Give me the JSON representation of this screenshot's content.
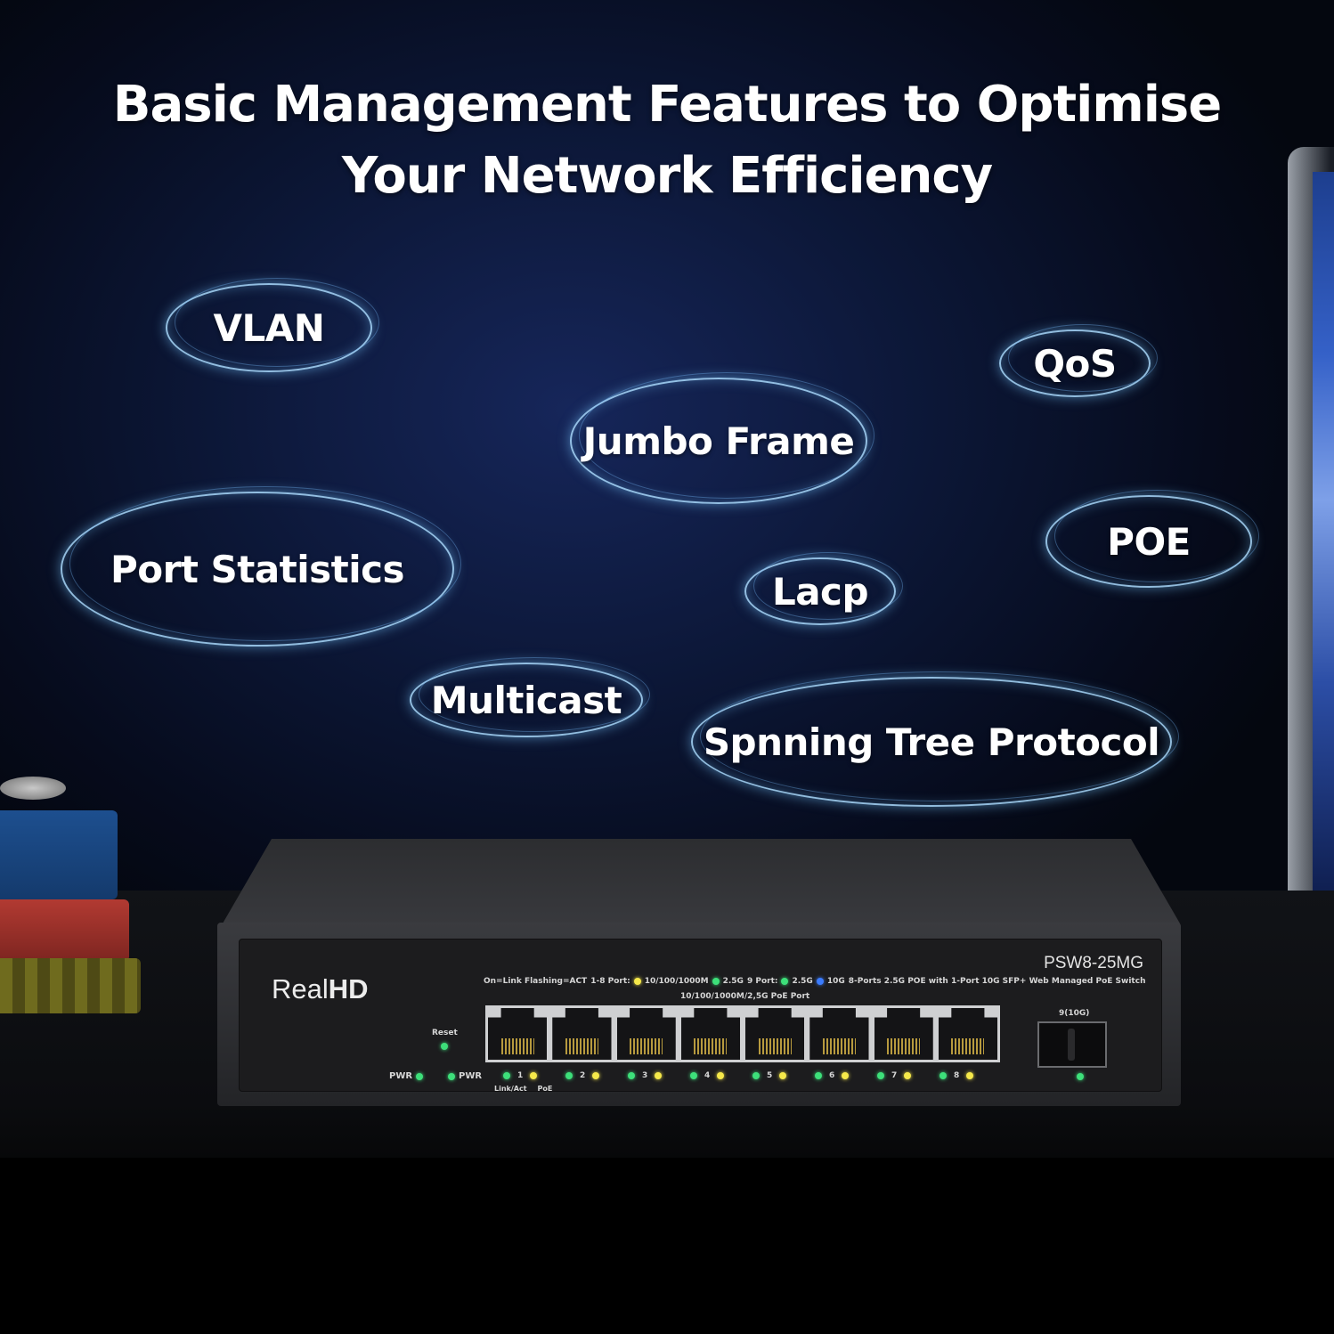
{
  "title_lines": [
    "Basic Management Features to Optimise",
    "Your Network Efficiency"
  ],
  "features": {
    "vlan": "VLAN",
    "qos": "QoS",
    "jumbo_frame": "Jumbo Frame",
    "port_statistics": "Port Statistics",
    "poe": "POE",
    "lacp": "Lacp",
    "multicast": "Multicast",
    "spanning_tree": "Spnning Tree Protocol"
  },
  "device": {
    "brand_real": "Real",
    "brand_hd": "HD",
    "model": "PSW8-25MG",
    "legend": {
      "link": "On=Link Flashing=ACT",
      "ports_1_8": "1-8 Port:",
      "speed_1": "10/100/1000M",
      "speed_2": "2.5G",
      "port_9": "9 Port:",
      "speed_3": "2.5G",
      "speed_4": "10G",
      "description": "8-Ports 2.5G POE with 1-Port 10G SFP+ Web Managed PoE Switch"
    },
    "port_note": "10/100/1000M/2,5G PoE Port",
    "sfp_label": "9(10G)",
    "reset_label": "Reset",
    "pwr_label_1": "PWR",
    "pwr_label_2": "PWR",
    "port_numbers": [
      "1",
      "2",
      "3",
      "4",
      "5",
      "6",
      "7",
      "8"
    ],
    "link_act_label": "Link/Act",
    "poe_label": "PoE",
    "colors": {
      "green_led": "#3de07a",
      "yellow_led": "#f6e94a",
      "blue_led": "#3b7cff"
    }
  }
}
